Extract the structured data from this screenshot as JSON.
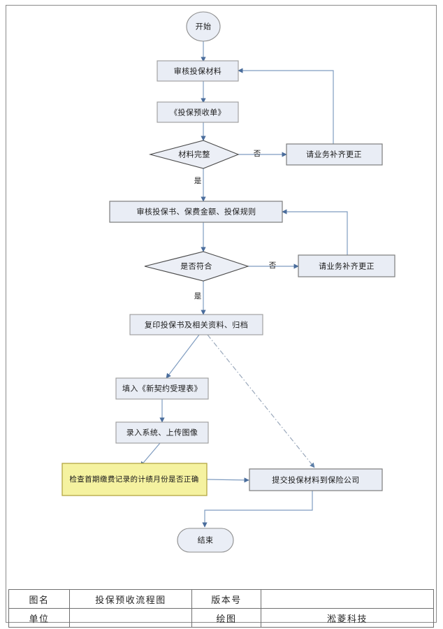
{
  "document": {
    "type": "flowchart",
    "language": "zh-CN",
    "title": "投保预收流程图"
  },
  "flow": {
    "nodes": [
      {
        "id": "start",
        "shape": "terminator-ellipse",
        "label": "开始"
      },
      {
        "id": "review",
        "shape": "process",
        "label": "审核投保材料"
      },
      {
        "id": "receipt",
        "shape": "process",
        "label": "《投保预收单》"
      },
      {
        "id": "complete",
        "shape": "decision",
        "label": "材料完整"
      },
      {
        "id": "fix1",
        "shape": "process",
        "label": "请业务补齐更正"
      },
      {
        "id": "audit",
        "shape": "process",
        "label": "审核投保书、保费金额、投保规则"
      },
      {
        "id": "conform",
        "shape": "decision",
        "label": "是否符合"
      },
      {
        "id": "fix2",
        "shape": "process",
        "label": "请业务补齐更正"
      },
      {
        "id": "copy",
        "shape": "process",
        "label": "复印投保书及相关资料、归档"
      },
      {
        "id": "fillform",
        "shape": "process",
        "label": "填入《新契约受理表》"
      },
      {
        "id": "entry",
        "shape": "process",
        "label": "录入系统、上传图像"
      },
      {
        "id": "checkmonth",
        "shape": "process-highlight",
        "label": "检查首期缴费记录的计绩月份是否正确"
      },
      {
        "id": "submit",
        "shape": "process",
        "label": "提交投保材料到保险公司"
      },
      {
        "id": "end",
        "shape": "terminator-rounded",
        "label": "结束"
      }
    ],
    "edges": [
      {
        "from": "start",
        "to": "review",
        "label": "",
        "style": "solid"
      },
      {
        "from": "review",
        "to": "receipt",
        "label": "",
        "style": "solid"
      },
      {
        "from": "receipt",
        "to": "complete",
        "label": "",
        "style": "solid"
      },
      {
        "from": "complete",
        "to": "fix1",
        "label": "否",
        "style": "solid"
      },
      {
        "from": "complete",
        "to": "audit",
        "label": "是",
        "style": "solid"
      },
      {
        "from": "fix1",
        "to": "review",
        "label": "",
        "style": "solid"
      },
      {
        "from": "audit",
        "to": "conform",
        "label": "",
        "style": "solid"
      },
      {
        "from": "conform",
        "to": "fix2",
        "label": "否",
        "style": "solid"
      },
      {
        "from": "conform",
        "to": "copy",
        "label": "是",
        "style": "solid"
      },
      {
        "from": "fix2",
        "to": "audit",
        "label": "",
        "style": "solid"
      },
      {
        "from": "copy",
        "to": "fillform",
        "label": "",
        "style": "solid"
      },
      {
        "from": "copy",
        "to": "submit",
        "label": "",
        "style": "dash-dot"
      },
      {
        "from": "fillform",
        "to": "entry",
        "label": "",
        "style": "solid"
      },
      {
        "from": "entry",
        "to": "checkmonth",
        "label": "",
        "style": "solid"
      },
      {
        "from": "checkmonth",
        "to": "submit",
        "label": "",
        "style": "solid"
      },
      {
        "from": "submit",
        "to": "end",
        "label": "",
        "style": "solid"
      }
    ],
    "edge_labels": {
      "complete_no": "否",
      "complete_yes": "是",
      "conform_no": "否",
      "conform_yes": "是"
    },
    "colors": {
      "process_fill": "#e9edf5",
      "process_stroke": "#9a9a9a",
      "highlight_fill": "#f5f2a0",
      "highlight_stroke": "#b3a642",
      "decision_stroke": "#4a4a4a",
      "connector": "#7f9cc0",
      "page_border": "#8a8a8a"
    }
  },
  "title_block": {
    "rows": [
      {
        "label": "图名",
        "value": "投保预收流程图",
        "label2": "版本号",
        "value2": ""
      },
      {
        "label": "单位",
        "value": "",
        "label2": "绘图",
        "value2": "淞菱科技"
      }
    ]
  }
}
